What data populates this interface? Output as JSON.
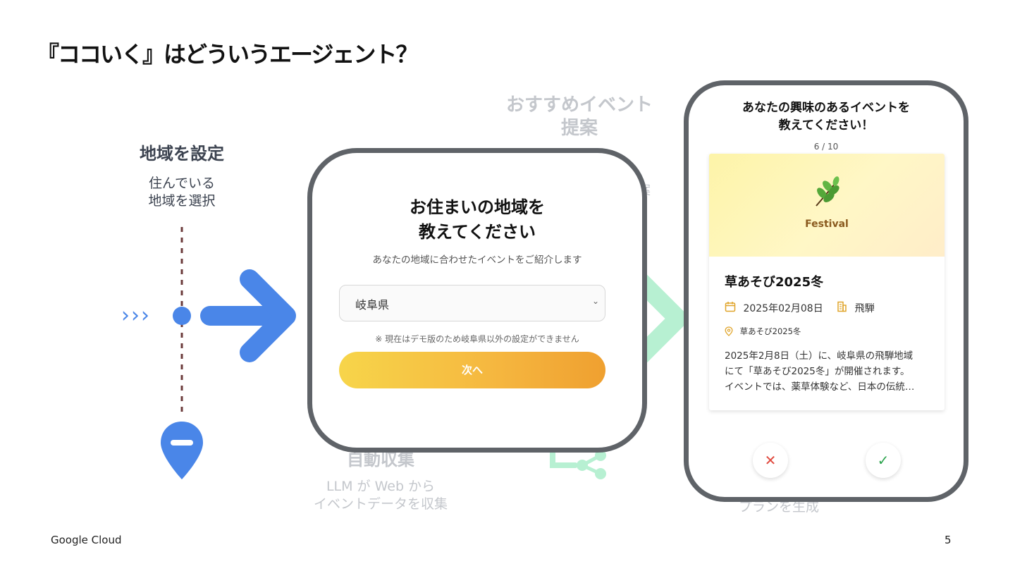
{
  "slide": {
    "title": "『ココいく』はどういうエージェント？",
    "footer_brand": "Google Cloud",
    "page_number": "5"
  },
  "step_region": {
    "title": "地域を設定",
    "desc_line1": "住んでいる",
    "desc_line2": "地域を選択",
    "chevrons": "›››"
  },
  "faded": {
    "recommend_line1": "おすすめイベント",
    "recommend_line2": "提案",
    "collect_title": "自動収集",
    "collect_desc_line1": "LLM が Web から",
    "collect_desc_line2": "イベントデータを収集",
    "plan_fragment": "プランを生成",
    "hidden_char": "案"
  },
  "region_screen": {
    "title_line1": "お住まいの地域を",
    "title_line2": "教えてください",
    "subtitle": "あなたの地域に合わせたイベントをご紹介します",
    "select_value": "岐阜県",
    "note": "※ 現在はデモ版のため岐阜県以外の設定ができません",
    "next_button": "次へ"
  },
  "interest_screen": {
    "title_line1": "あなたの興味のあるイベントを",
    "title_line2": "教えてください！",
    "counter": "6 / 10",
    "card": {
      "category": "Festival",
      "name": "草あそび2025冬",
      "date": "2025年02月08日",
      "area": "飛騨",
      "location": "草あそび2025冬",
      "desc_line1": "2025年2月8日（土）に、岐阜県の飛騨地域",
      "desc_line2": "にて「草あそび2025冬」が開催されます。",
      "desc_line3": "イベントでは、薬草体験など、日本の伝統…"
    },
    "reject_glyph": "✕",
    "accept_glyph": "✓"
  },
  "colors": {
    "accent_blue": "#4a86e8",
    "accent_green": "#b7f0d2",
    "frame_gray": "#5f6368",
    "button_gradient_start": "#f7d54a",
    "button_gradient_end": "#efa030",
    "reject_red": "#e04a3f",
    "accept_green": "#2ea44f",
    "meta_icon": "#e0a52b"
  }
}
